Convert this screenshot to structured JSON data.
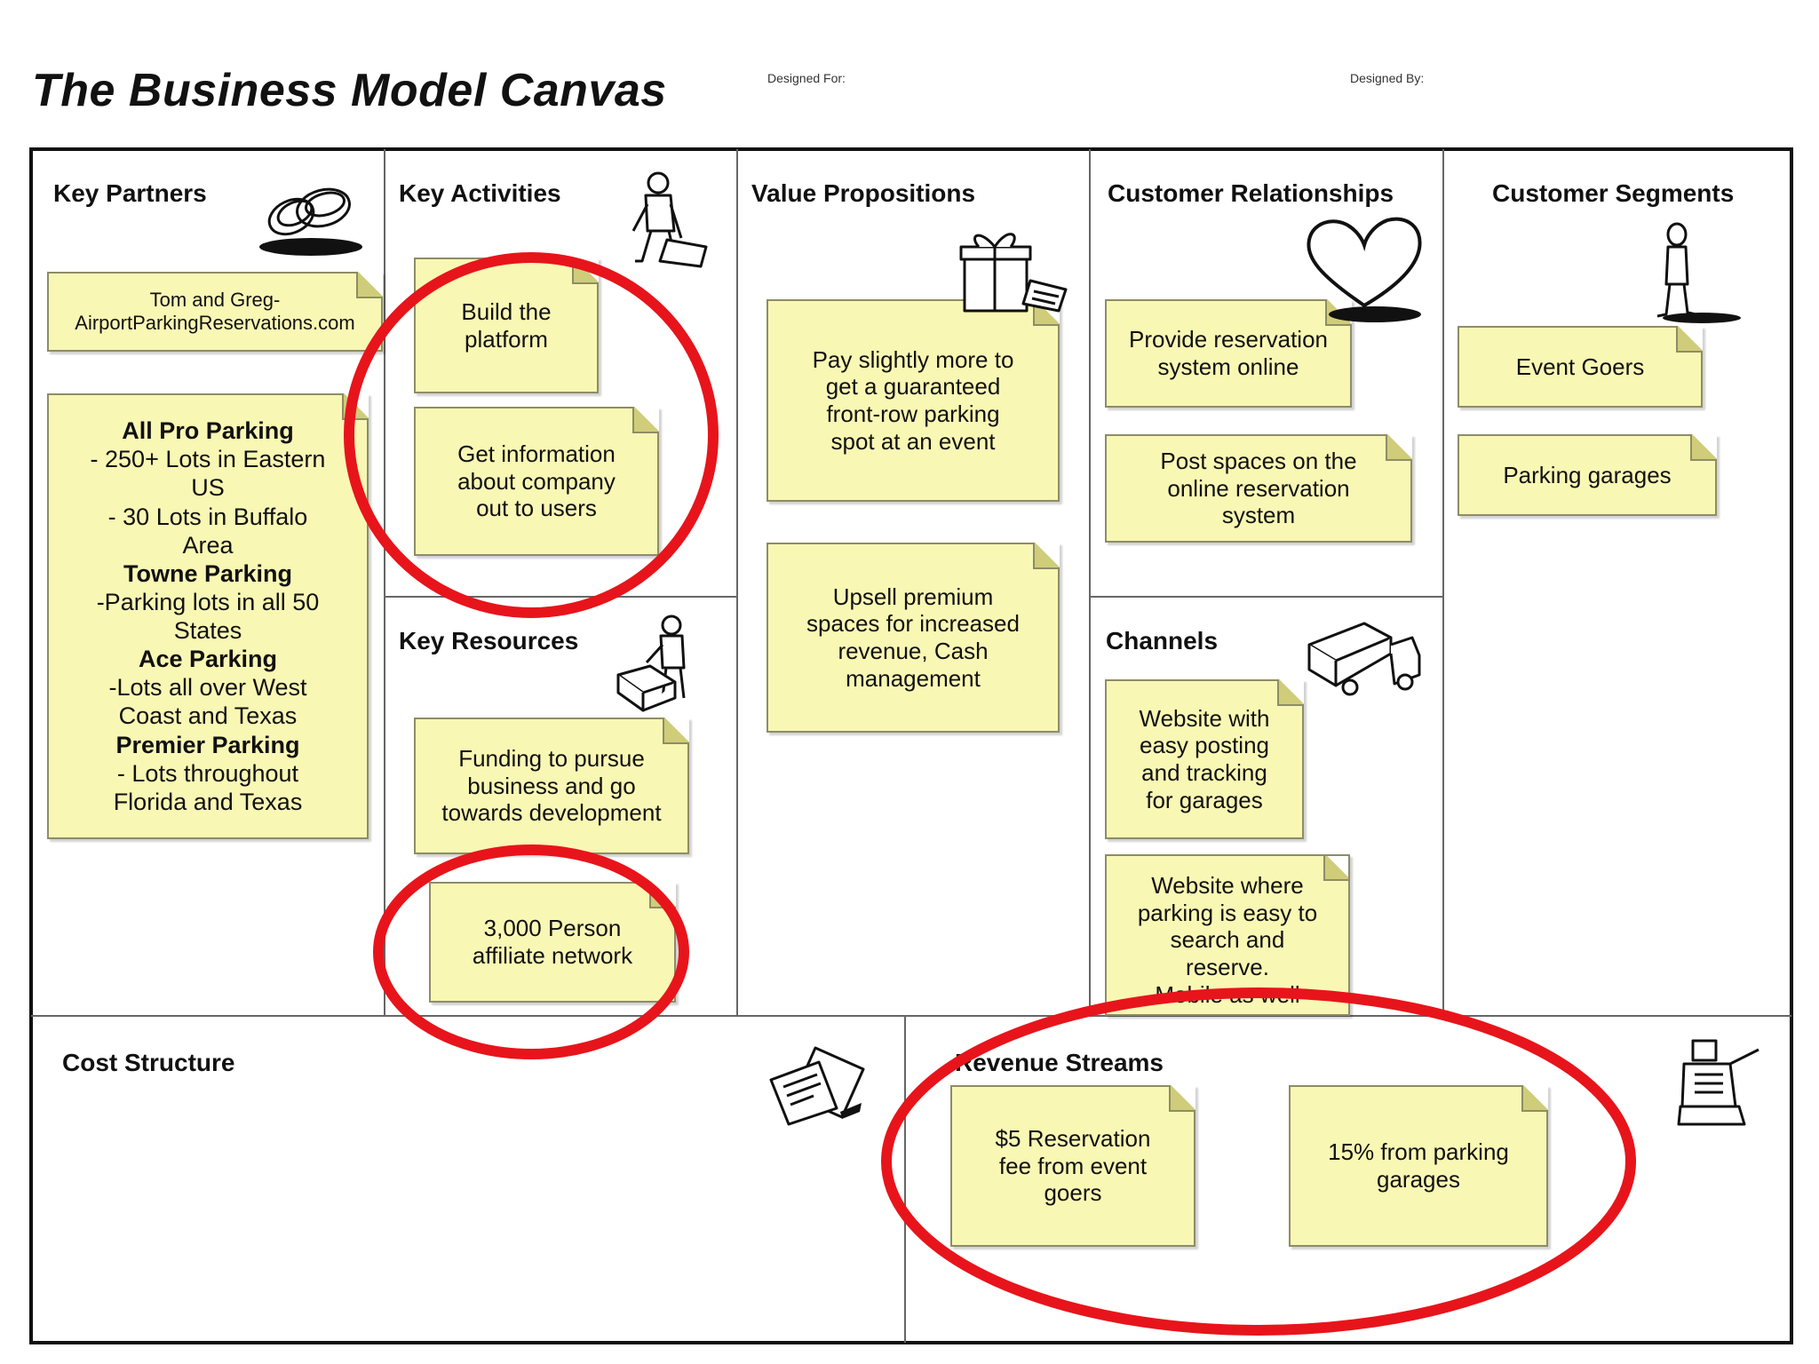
{
  "header": {
    "title": "The Business Model Canvas",
    "designed_for": "Designed For:",
    "designed_by": "Designed By:"
  },
  "sections": {
    "key_partners": {
      "title": "Key Partners",
      "notes": [
        "Tom and Greg-\nAirportParkingReservations.com"
      ],
      "partners_list": [
        {
          "name": "All Pro Parking",
          "detail": "- 250+ Lots in Eastern\nUS"
        },
        {
          "name": "",
          "detail": "- 30 Lots in Buffalo\nArea"
        },
        {
          "name": "Towne Parking",
          "detail": "-Parking lots in all 50\nStates"
        },
        {
          "name": "Ace Parking",
          "detail": "-Lots all over West\nCoast and Texas"
        },
        {
          "name": "Premier Parking",
          "detail": "- Lots throughout\nFlorida and Texas"
        }
      ]
    },
    "key_activities": {
      "title": "Key Activities",
      "notes": [
        "Build the\nplatform",
        "Get information\nabout company\nout to users"
      ]
    },
    "key_resources": {
      "title": "Key Resources",
      "notes": [
        "Funding to pursue\nbusiness and go\ntowards development",
        "3,000 Person\naffiliate network"
      ]
    },
    "value_propositions": {
      "title": "Value Propositions",
      "notes": [
        "Pay slightly more to\nget a guaranteed\nfront-row parking\nspot at an event",
        "Upsell premium\nspaces for increased\nrevenue, Cash\nmanagement"
      ]
    },
    "customer_relationships": {
      "title": "Customer Relationships",
      "notes": [
        "Provide reservation\nsystem online",
        "Post spaces on the\nonline reservation\nsystem"
      ]
    },
    "channels": {
      "title": "Channels",
      "notes": [
        "Website with\neasy posting\nand tracking\nfor garages",
        "Website where\nparking is easy to\nsearch and\nreserve.\nMobile as well"
      ]
    },
    "customer_segments": {
      "title": "Customer Segments",
      "notes": [
        "Event Goers",
        "Parking garages"
      ]
    },
    "cost_structure": {
      "title": "Cost Structure"
    },
    "revenue_streams": {
      "title": "Revenue Streams",
      "notes": [
        "$5 Reservation\nfee from event\ngoers",
        "15% from parking\ngarages"
      ]
    }
  },
  "icons": [
    "chain-links-icon",
    "worker-icon",
    "gift-icon",
    "heart-icon",
    "person-icon",
    "worker-with-boxes-icon",
    "truck-icon",
    "invoice-icon",
    "cash-register-icon"
  ],
  "colors": {
    "note_fill": "#f9f7b4",
    "annotation_circle": "#e8141b",
    "border": "#111111"
  }
}
